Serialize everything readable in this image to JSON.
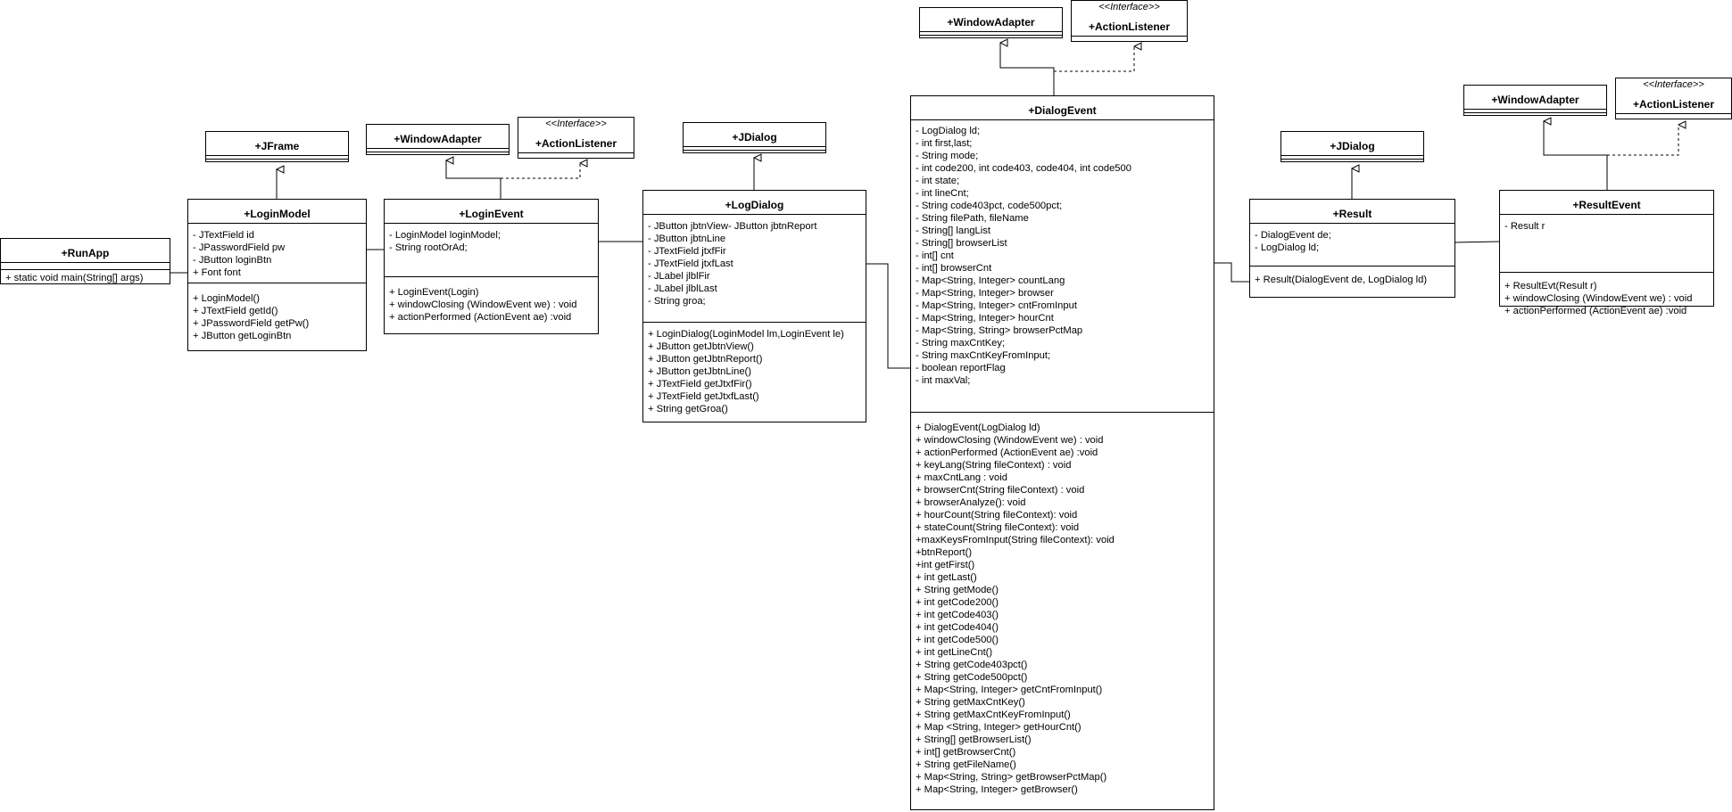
{
  "classes": {
    "runapp": {
      "name": "+RunApp",
      "attributes": [],
      "operations": [
        "+ static void main(String[] args)"
      ]
    },
    "jframe": {
      "name": "+JFrame"
    },
    "loginmodel": {
      "name": "+LoginModel",
      "attributes": [
        "- JTextField id",
        "- JPasswordField pw",
        "- JButton loginBtn",
        "+ Font font"
      ],
      "operations": [
        "+ LoginModel()",
        "+ JTextField getId()",
        "+ JPasswordField getPw()",
        "+ JButton getLoginBtn"
      ]
    },
    "windowadapter1": {
      "name": "+WindowAdapter"
    },
    "actionlistener1": {
      "stereotype": "<<Interface>>",
      "name": "+ActionListener"
    },
    "loginevent": {
      "name": "+LoginEvent",
      "attributes": [
        "- LoginModel loginModel;",
        "- String rootOrAd;"
      ],
      "operations": [
        "+ LoginEvent(Login)",
        "+ windowClosing (WindowEvent we) : void",
        "+ actionPerformed (ActionEvent ae) :void"
      ]
    },
    "jdialog1": {
      "name": "+JDialog"
    },
    "logdialog": {
      "name": "+LogDialog",
      "attributes": [
        "- JButton jbtnView- JButton jbtnReport",
        "- JButton jbtnLine",
        "- JTextField jtxfFir",
        "- JTextField jtxfLast",
        "- JLabel jlblFir",
        "- JLabel jlblLast",
        "- String groa;"
      ],
      "operations": [
        "+ LoginDialog(LoginModel lm,LoginEvent le)",
        "+ JButton getJbtnView()",
        "+ JButton getJbtnReport()",
        "+ JButton getJbtnLine()",
        "+ JTextField getJtxfFir()",
        "+ JTextField getJtxfLast()",
        "+ String getGroa()"
      ]
    },
    "windowadapter2": {
      "name": "+WindowAdapter"
    },
    "actionlistener2": {
      "stereotype": "<<Interface>>",
      "name": "+ActionListener"
    },
    "dialogevent": {
      "name": "+DialogEvent",
      "attributes": [
        "- LogDialog ld;",
        "- int first,last;",
        "- String mode;",
        "- int code200, int code403, code404, int code500",
        "- int state;",
        "- int lineCnt;",
        "- String code403pct, code500pct;",
        "- String filePath, fileName",
        "- String[] langList",
        "- String[] browserList",
        "- int[] cnt",
        "- int[] browserCnt",
        "- Map<String, Integer> countLang",
        "- Map<String, Integer> browser",
        "- Map<String, Integer> cntFromInput",
        "- Map<String, Integer> hourCnt",
        "- Map<String, String> browserPctMap",
        "- String maxCntKey;",
        "- String maxCntKeyFromInput;",
        "- boolean reportFlag",
        "- int maxVal;"
      ],
      "operations": [
        "+ DialogEvent(LogDialog ld)",
        "+ windowClosing (WindowEvent we) : void",
        "+ actionPerformed (ActionEvent ae) :void",
        "+ keyLang(String fileContext) : void",
        "+ maxCntLang : void",
        "+ browserCnt(String fileContext) : void",
        "+ browserAnalyze(): void",
        "+ hourCount(String fileContext): void",
        "+ stateCount(String fileContext): void",
        "+maxKeysFromInput(String fileContext): void",
        "+btnReport()",
        "+int getFirst()",
        "+ int getLast()",
        "+ String getMode()",
        "+ int getCode200()",
        "+ int getCode403()",
        "+ int getCode404()",
        "+ int getCode500()",
        "+ int getLineCnt()",
        "+ String getCode403pct()",
        "+ String getCode500pct()",
        "+ Map<String, Integer> getCntFromInput()",
        "+ String getMaxCntKey()",
        "+ String getMaxCntKeyFromInput()",
        "+ Map <String, Integer> getHourCnt()",
        "+ String[] getBrowserList()",
        "+ int[] getBrowserCnt()",
        "+ String getFileName()",
        "+ Map<String, String> getBrowserPctMap()",
        "+ Map<String, Integer> getBrowser()"
      ]
    },
    "jdialog2": {
      "name": "+JDialog"
    },
    "result": {
      "name": "+Result",
      "attributes": [
        "- DialogEvent  de;",
        "- LogDialog ld;"
      ],
      "operations": [
        "+ Result(DialogEvent de, LogDialog ld)"
      ]
    },
    "windowadapter3": {
      "name": "+WindowAdapter"
    },
    "actionlistener3": {
      "stereotype": "<<Interface>>",
      "name": "+ActionListener"
    },
    "resultevent": {
      "name": "+ResultEvent",
      "attributes": [
        "- Result r"
      ],
      "operations": [
        "+ ResultEvt(Result r)",
        "+ windowClosing (WindowEvent we) : void",
        "+ actionPerformed (ActionEvent ae) :void"
      ]
    }
  }
}
